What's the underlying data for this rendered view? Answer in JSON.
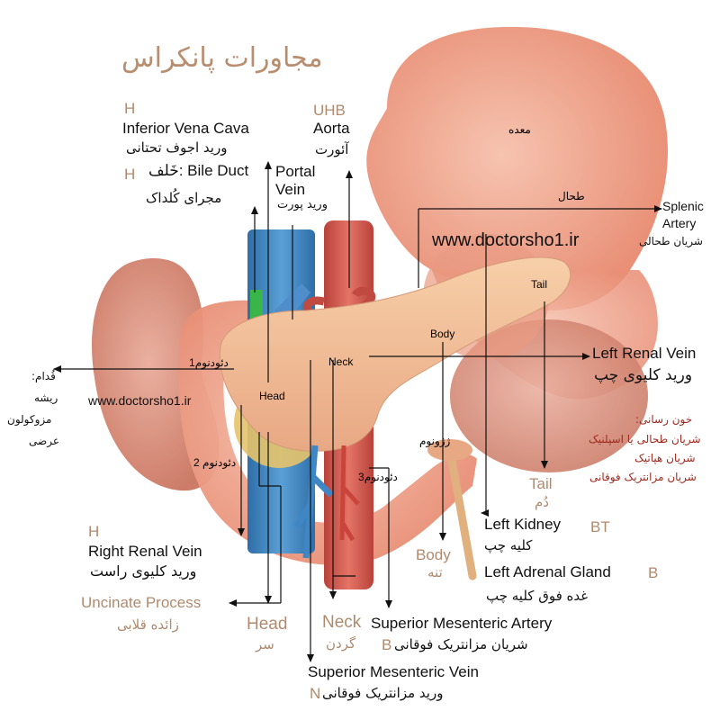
{
  "title": "مجاورات پانکراس",
  "website": "www.doctorsho1.ir",
  "stomach_label": "معده",
  "organ_labels": {
    "body": "Body",
    "tail": "Tail",
    "neck": "Neck",
    "head": "Head",
    "duodenum1": "دئودنوم1",
    "duodenum2": "دئودنوم 2",
    "duodenum3": "دئودنوم3",
    "jejunum": "ژژونوم",
    "splenic_inline": "طحال"
  },
  "labels": {
    "ivc_code": "H",
    "ivc_en": "Inferior Vena Cava",
    "ivc_fa": "ورید اجوف تحتانی",
    "bile_code": "H",
    "bile_en": "خَلف: Bile Duct",
    "bile_fa": "مجرای کُلداک",
    "portal_en_1": "Portal",
    "portal_en_2": "Vein",
    "portal_fa": "ورید پورت",
    "aorta_code": "UHB",
    "aorta_en": "Aorta",
    "aorta_fa": "آئورت",
    "splenic_en_1": "Splenic",
    "splenic_en_2": "Artery",
    "splenic_fa": "شریان طحالی",
    "left_renal_en": "Left Renal Vein",
    "left_renal_fa": "ورید کلیوی چپ",
    "front_1": "قُدام:",
    "front_2": "ریشه",
    "front_3": "مزوکولون",
    "front_4": "عرضی",
    "blood_title": "خون رسانی:",
    "blood_1": "شریان طحالی یا اسپلنیک",
    "blood_2": "شریان هپاتیک",
    "blood_3": "شریان مزانتریک فوقانی",
    "tail_en": "Tail",
    "tail_fa": "دُم",
    "left_kidney_en": "Left Kidney",
    "left_kidney_fa": "کلیه چپ",
    "left_kidney_code": "BT",
    "left_adrenal_en": "Left Adrenal Gland",
    "left_adrenal_fa": "غده فوق کلیه چپ",
    "left_adrenal_code": "B",
    "body_en": "Body",
    "body_fa": "تنه",
    "right_renal_code": "H",
    "right_renal_en": "Right Renal Vein",
    "right_renal_fa": "ورید کلیوی راست",
    "uncinate_en": "Uncinate Process",
    "uncinate_fa": "زائده قلابی",
    "head_en": "Head",
    "head_fa": "سر",
    "neck_en": "Neck",
    "neck_fa": "گردن",
    "sma_en": "Superior Mesenteric Artery",
    "sma_fa": "شریان مزانتریک فوقانی",
    "sma_code": "B",
    "smv_en": "Superior Mesenteric Vein",
    "smv_fa": "ورید مزانتریک فوقانی",
    "smv_code": "N"
  },
  "colors": {
    "stomach": "#f0a58e",
    "kidney": "#d98e7a",
    "pancreas": "#f2bd95",
    "ivc": "#3f87c4",
    "aorta": "#d2584d",
    "gallbladder": "#e6c36a",
    "bile_duct": "#3ab54a",
    "title": "#b88d70",
    "code_tan": "#b08a6e",
    "blood_red": "#9e2a1f"
  }
}
